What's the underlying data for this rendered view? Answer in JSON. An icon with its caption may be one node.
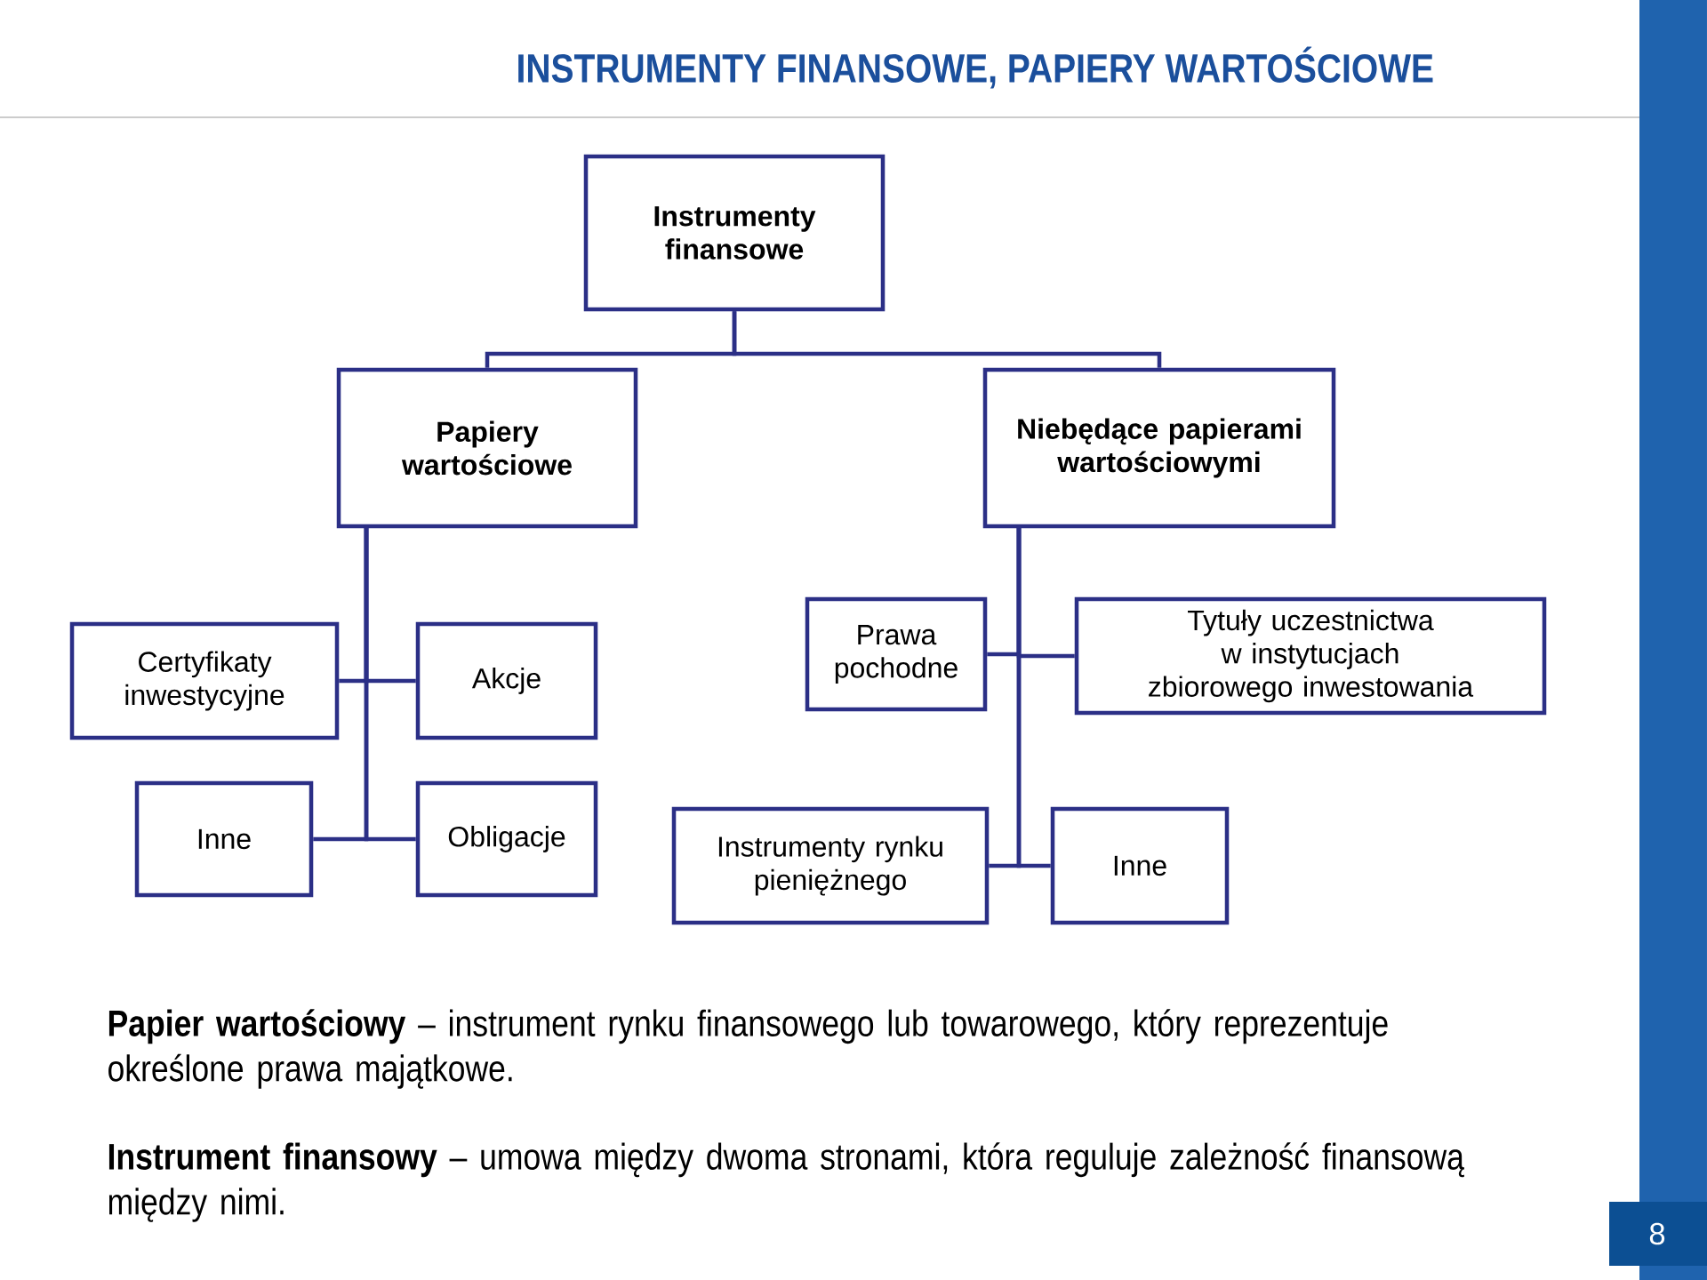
{
  "diagram": {
    "title": "INSTRUMENTY FINANSOWE, PAPIERY WARTOŚCIOWE",
    "nodes": [
      {
        "text": [
          "Instrumenty finansowe"
        ]
      },
      {
        "text": [
          "Papiery wartościowe"
        ]
      },
      {
        "text": [
          "Niebędące papierami wartościowymi"
        ]
      },
      {
        "text": [
          "Certyfikaty inwestycyjne"
        ]
      },
      {
        "text": [
          "Akcje"
        ]
      },
      {
        "text": [
          "Prawa pochodne"
        ]
      },
      {
        "text": [
          "Tytuły uczestnictwa w instytucjach zbiorowego inwestowania"
        ]
      },
      {
        "text": [
          "Inne"
        ]
      },
      {
        "text": [
          "Obligacje"
        ]
      },
      {
        "text": [
          "Instrumenty rynku pieniężnego"
        ]
      },
      {
        "text": [
          "Inne"
        ]
      }
    ],
    "edges": [
      {
        "from": 0,
        "to": 1,
        "arrow": "none"
      },
      {
        "from": 0,
        "to": 2,
        "arrow": "none"
      },
      {
        "from": 1,
        "to": 3,
        "arrow": "none"
      },
      {
        "from": 1,
        "to": 4,
        "arrow": "none"
      },
      {
        "from": 1,
        "to": 7,
        "arrow": "none"
      },
      {
        "from": 1,
        "to": 8,
        "arrow": "none"
      },
      {
        "from": 2,
        "to": 5,
        "arrow": "none"
      },
      {
        "from": 2,
        "to": 6,
        "arrow": "none"
      },
      {
        "from": 2,
        "to": 9,
        "arrow": "none"
      },
      {
        "from": 2,
        "to": 10,
        "arrow": "none"
      }
    ],
    "labels": [
      "**Papier wartościowy** – instrument rynku finansowego lub towarowego, który reprezentuje określone prawa majątkowe.",
      "**Instrument finansowy** – umowa między dwoma stronami, która reguluje zależność finansową między nimi.",
      "8"
    ]
  }
}
